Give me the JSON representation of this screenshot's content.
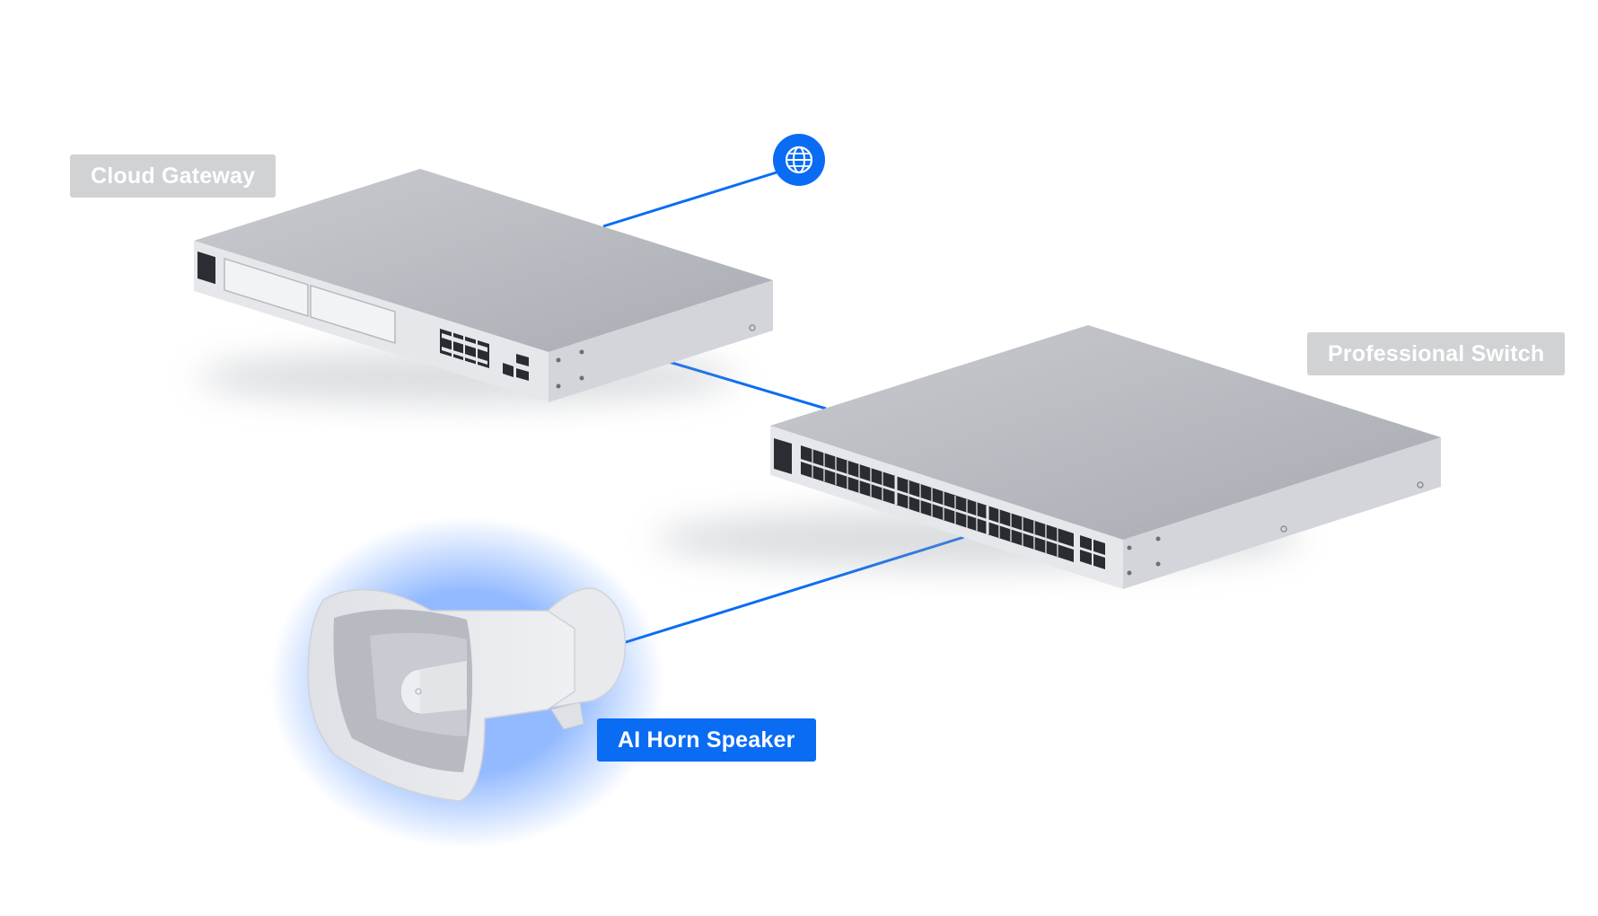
{
  "nodes": {
    "gateway": {
      "label": "Cloud Gateway"
    },
    "switch": {
      "label": "Professional Switch"
    },
    "speaker": {
      "label": "AI Horn Speaker"
    },
    "internet": {
      "icon": "globe-icon"
    }
  },
  "colors": {
    "accent": "#0a6cf3",
    "label_gray": "#d1d2d4",
    "device_top": "#b8bac0",
    "device_front": "#e4e5e8"
  }
}
